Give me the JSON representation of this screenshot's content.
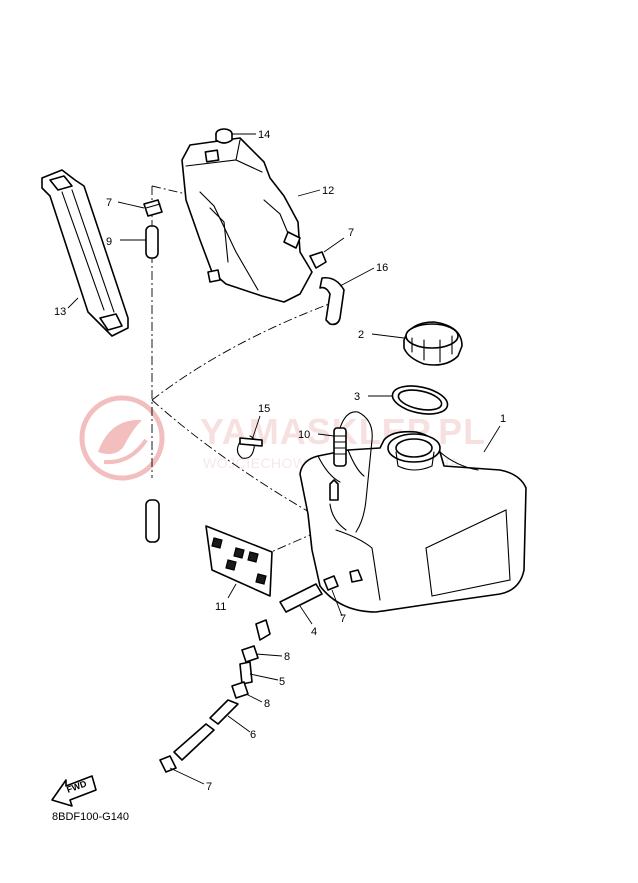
{
  "watermark": {
    "title": "YAMASKLEP.PL",
    "subtitle": "WOJCIECHOWICZ DEALER YAMAHA",
    "color": "#e88a8a"
  },
  "diagram_code": "8BDF100-G140",
  "fwd_label": "FWD",
  "callouts": {
    "c1": "1",
    "c2": "2",
    "c3": "3",
    "c4": "4",
    "c5": "5",
    "c6": "6",
    "c7a": "7",
    "c7b": "7",
    "c7c": "7",
    "c7d": "7",
    "c8a": "8",
    "c8b": "8",
    "c9": "9",
    "c10": "10",
    "c11": "11",
    "c12": "12",
    "c13": "13",
    "c14": "14",
    "c15": "15",
    "c16": "16"
  }
}
